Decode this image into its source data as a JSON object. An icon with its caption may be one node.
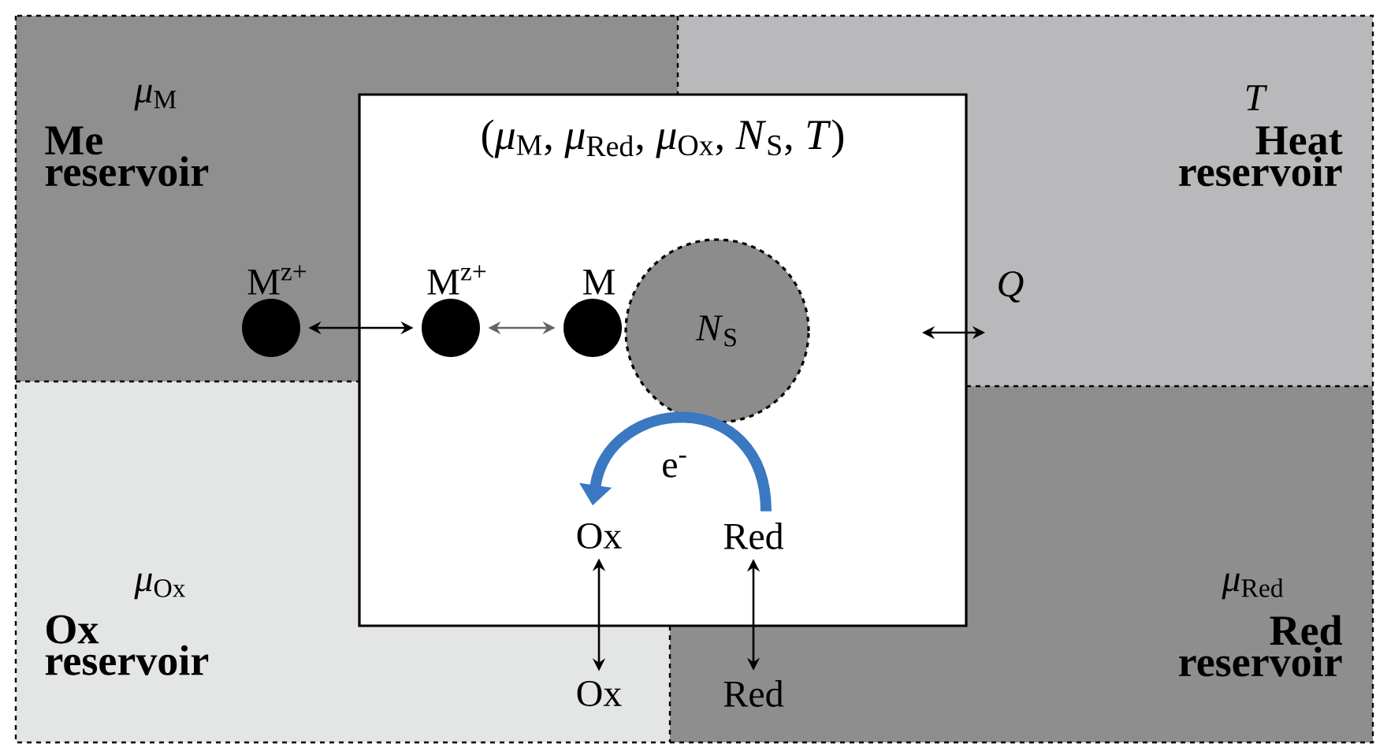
{
  "diagram": {
    "nodes": [
      {
        "text": [
          "*μ*$_{M}$",
          "Me reservoir"
        ]
      },
      {
        "text": [
          "T",
          "Heat reservoir"
        ]
      },
      {
        "text": [
          "*μ*$_{Ox}$",
          "Ox reservoir"
        ]
      },
      {
        "text": [
          "*μ*$_{Red}$",
          "Red reservoir"
        ]
      },
      {
        "text": [
          "(*μ*$_{M}$, *μ*$_{Red}$, *μ*$_{Ox}$, *N*$_{S}$, *T*)"
        ]
      },
      {
        "text": [
          "M$^{z+}$"
        ],
        "in": 0
      },
      {
        "text": [
          "M$^{z+}$"
        ],
        "in": 4
      },
      {
        "text": [
          "M"
        ],
        "in": 4
      },
      {
        "text": [
          "*N*$_{S}$"
        ],
        "in": 4
      },
      {
        "text": [
          "Ox"
        ],
        "in": 4
      },
      {
        "text": [
          "Red"
        ],
        "in": 4
      },
      {
        "text": [
          "Ox"
        ]
      },
      {
        "text": [
          "Red"
        ]
      }
    ],
    "edges": [
      {
        "from": 5,
        "to": 6,
        "arrow": "both"
      },
      {
        "from": 6,
        "to": 7,
        "arrow": "both",
        "color": "#666666"
      },
      {
        "from": 9,
        "to": 11,
        "arrow": "both"
      },
      {
        "from": 10,
        "to": 12,
        "arrow": "both"
      },
      {
        "from": 4,
        "to": 1,
        "arrow": "both",
        "label": "Q"
      },
      {
        "from": 10,
        "to": 9,
        "arrow": "to",
        "label": "e$^{-}$",
        "style": "thick",
        "color": "#3b78c2"
      }
    ]
  }
}
